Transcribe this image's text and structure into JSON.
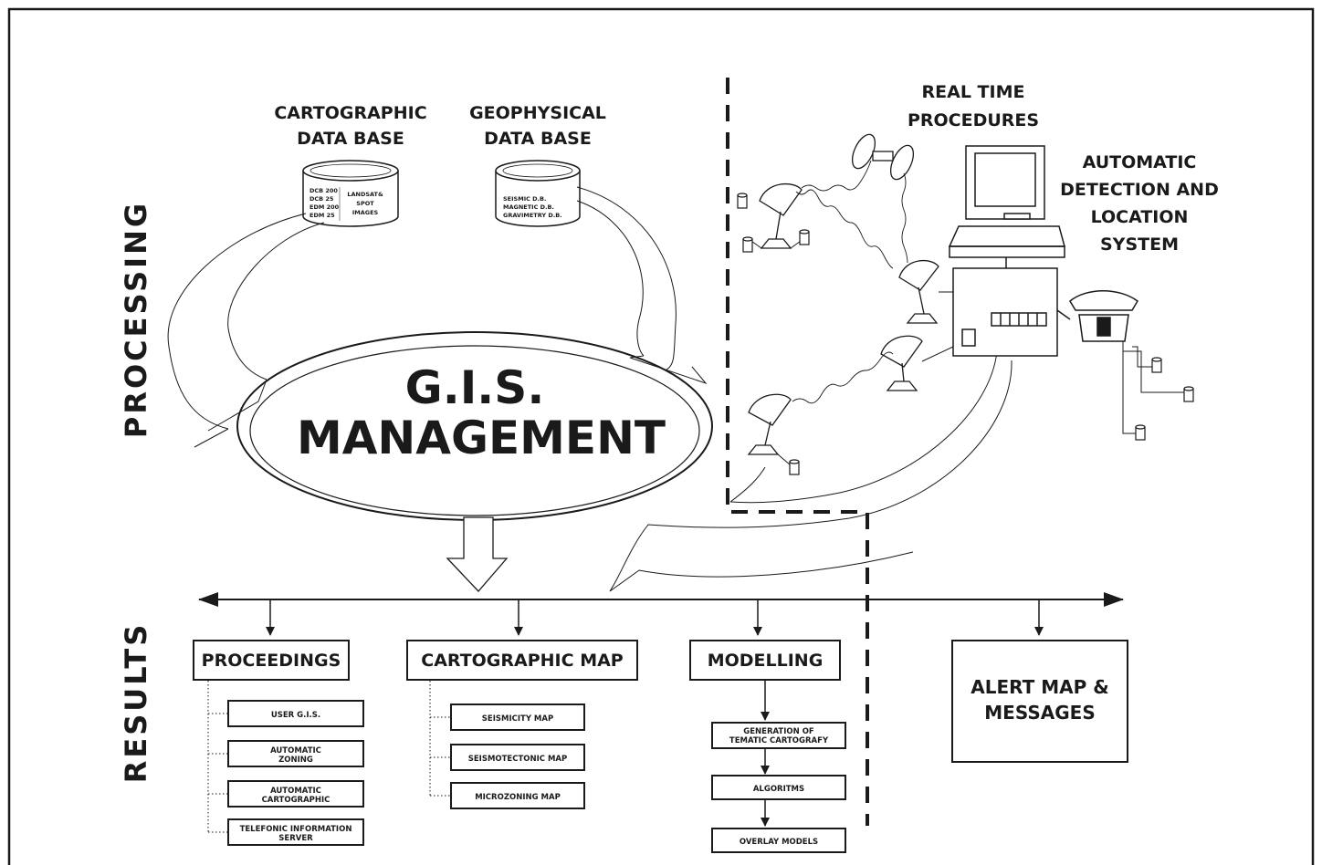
{
  "processing_label": "PROCESSING",
  "results_label": "RESULTS",
  "cartographic_db": {
    "title_line1": "CARTOGRAPHIC",
    "title_line2": "DATA BASE",
    "items_left": [
      "DCB 200",
      "DCB 25",
      "EDM 200",
      "EDM 25"
    ],
    "items_right": [
      "LANDSAT&",
      "SPOT",
      "IMAGES"
    ]
  },
  "geophysical_db": {
    "title_line1": "GEOPHYSICAL",
    "title_line2": "DATA BASE",
    "items": [
      "SEISMIC D.B.",
      "MAGNETIC D.B.",
      "GRAVIMETRY D.B."
    ]
  },
  "gis": {
    "line1": "G.I.S.",
    "line2": "MANAGEMENT"
  },
  "real_time": {
    "line1": "REAL TIME",
    "line2": "PROCEDURES"
  },
  "automatic_detection": {
    "lines": [
      "AUTOMATIC",
      "DETECTION AND",
      "LOCATION",
      "SYSTEM"
    ]
  },
  "results": {
    "proceedings": {
      "title": "PROCEEDINGS",
      "items": [
        [
          "USER G.I.S."
        ],
        [
          "AUTOMATIC",
          "ZONING"
        ],
        [
          "AUTOMATIC",
          "CARTOGRAPHIC"
        ],
        [
          "TELEFONIC INFORMATION",
          "SERVER"
        ]
      ]
    },
    "cartographic_map": {
      "title": "CARTOGRAPHIC MAP",
      "items": [
        "SEISMICITY MAP",
        "SEISMOTECTONIC MAP",
        "MICROZONING MAP"
      ]
    },
    "modelling": {
      "title": "MODELLING",
      "items": [
        [
          "GENERATION OF",
          "TEMATIC CARTOGRAFY"
        ],
        [
          "ALGORITMS"
        ],
        [
          "OVERLAY MODELS"
        ]
      ]
    },
    "alert": {
      "line1": "ALERT MAP &",
      "line2": "MESSAGES"
    }
  }
}
